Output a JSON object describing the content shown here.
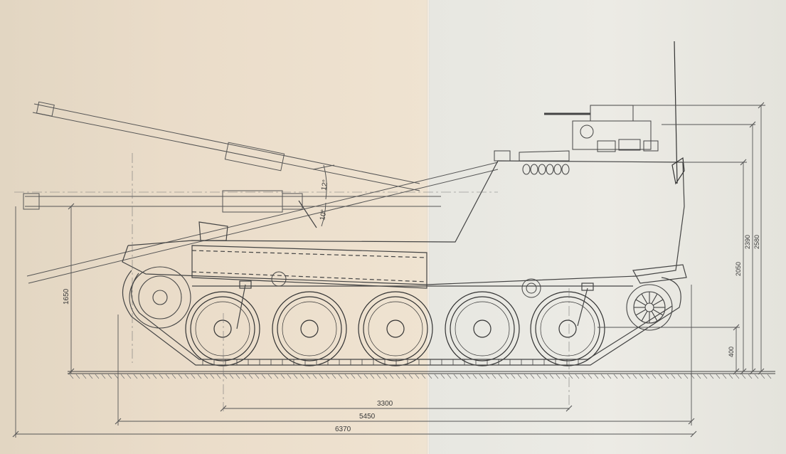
{
  "dimensions": {
    "wheelbase": "3300",
    "track_length": "5450",
    "hull_length": "6370",
    "gun_height": "1650",
    "ground_clearance": "400",
    "hull_height": "2050",
    "height_with_cupola": "2390",
    "height_overall": "2580"
  },
  "angles": {
    "elevation": "12°",
    "depression": "10°"
  },
  "colors": {
    "paper_left": "#eadcc9",
    "paper_right": "#ecebe5",
    "ink": "#3a3a3a"
  }
}
